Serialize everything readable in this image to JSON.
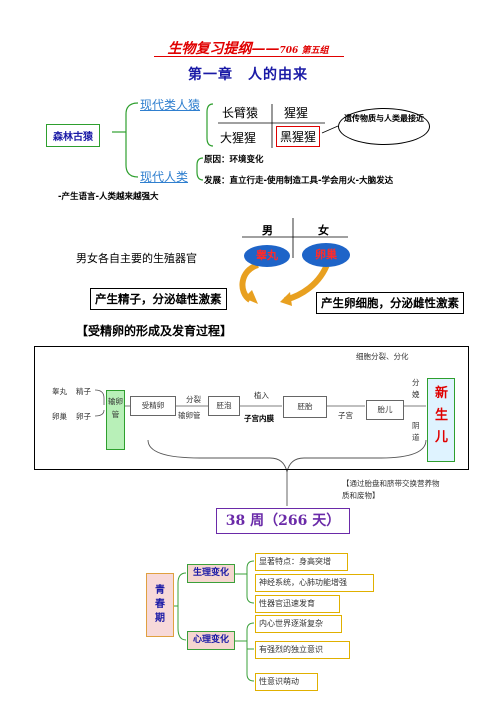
{
  "title": {
    "main": "生物复习提纲——",
    "org": "706 第五组"
  },
  "chapter": "第一章　人的由来",
  "evolution": {
    "ancestor": "森林古猿",
    "modern_apes_label": "现代类人猿",
    "apes": [
      "长臂猿",
      "猩猩",
      "大猩猩",
      "黑猩猩"
    ],
    "note": "遗传物质与人类最接近",
    "modern_human_label": "现代人类",
    "cause": "原因：环境变化",
    "development": "发展：直立行走-使用制造工具-学会用火-大脑发达",
    "language": "-产生语言-人类越来越强大"
  },
  "organs": {
    "male": "男",
    "female": "女",
    "question": "男女各自主要的生殖器官",
    "testis": "睾丸",
    "ovary": "卵巢",
    "male_function": "产生精子，分泌雄性激素",
    "female_function": "产生卵细胞，分泌雌性激素"
  },
  "fertilization": {
    "section_title": "【受精卵的形成及发育过程】",
    "testis": "睾丸",
    "sperm": "精子",
    "ovary": "卵巢",
    "egg": "卵子",
    "oviduct": "输卵管",
    "zygote": "受精卵",
    "division": "分裂",
    "oviduct_label": "输卵管",
    "blastocyst": "胚泡",
    "implant": "植入",
    "uterine_lining": "子宫内膜",
    "embryo": "胚胎",
    "uterus": "子宫",
    "division_diff": "细胞分裂、分化",
    "fetus": "胎儿",
    "delivery": "分娩",
    "vagina": "阴道",
    "newborn": "新生儿",
    "exchange": "【通过胎盘和脐带交换营养物质和废物】",
    "duration": "38 周（266 天）"
  },
  "puberty": {
    "label": "青春期",
    "physical": "生理变化",
    "physical_items": [
      "显著特点：身高突增",
      "神经系统，心肺功能增强",
      "性器官迅速发育"
    ],
    "mental": "心理变化",
    "mental_items": [
      "内心世界逐渐复杂",
      "有强烈的独立意识",
      "性意识萌动"
    ]
  }
}
